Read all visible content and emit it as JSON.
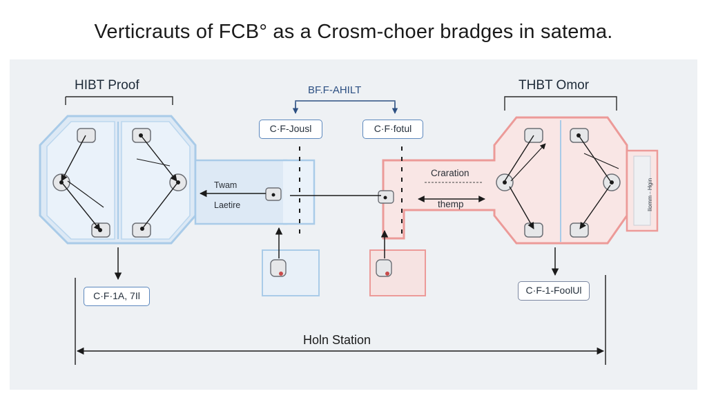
{
  "title": "Verticrauts of FCB° as a Crosm-choer bradges in satema.",
  "left_section": {
    "heading": "HIBT Proof",
    "bottom_box": "C·F·1A, 7Il",
    "arrow_top_label": "Twam",
    "arrow_bottom_label": "Laetire"
  },
  "right_section": {
    "heading": "THBT Omor",
    "bottom_box": "C·F-1-FoolUl",
    "label_top": "Craration",
    "label_bottom": "themp",
    "side_tag": "Ilomm · Hgin"
  },
  "center": {
    "top_label": "BF.F-AHILT",
    "box_left": "C·F-Jousl",
    "box_right": "C·F·fotul"
  },
  "bottom_span_label": "Holn Station",
  "colors": {
    "blue_outline": "#a9cbe8",
    "blue_fill": "#dde9f5",
    "red_outline": "#ec9a98",
    "red_fill": "#f9e6e5",
    "arrow": "#1a1a1a"
  }
}
